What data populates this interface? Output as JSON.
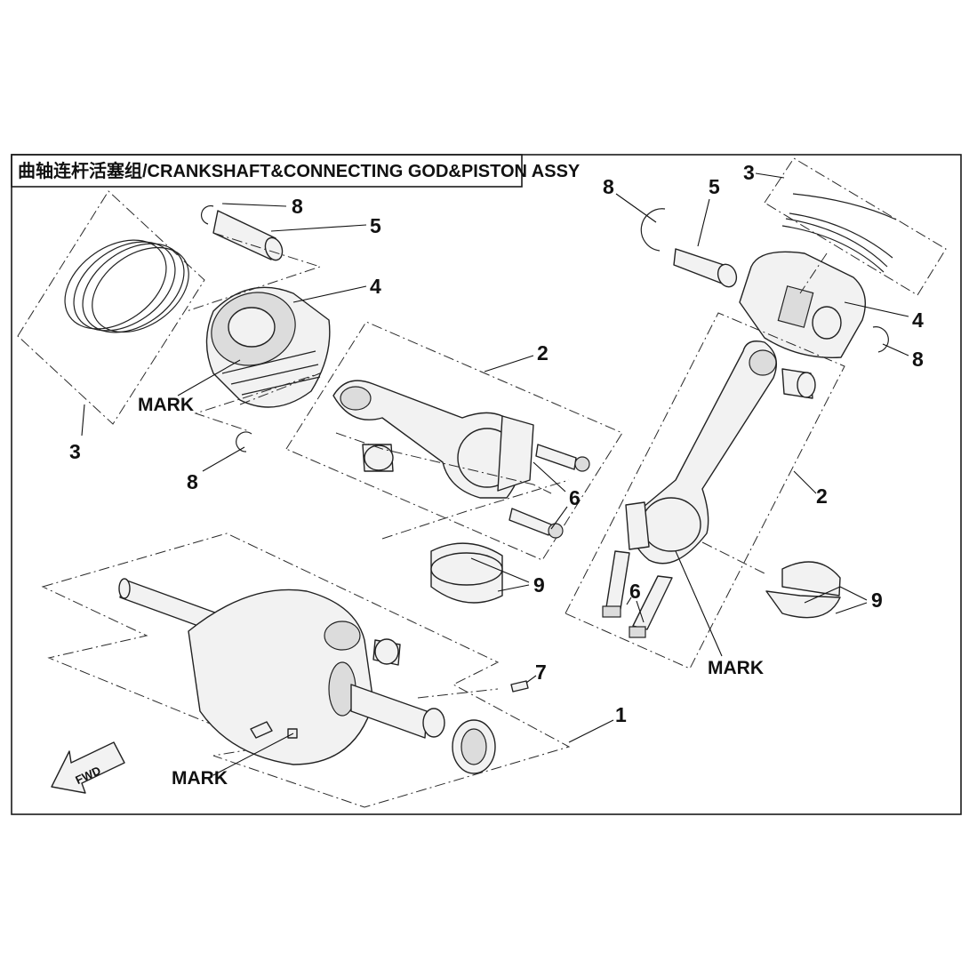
{
  "title": "曲轴连杆活塞组/CRANKSHAFT&CONNECTING GOD&PISTON ASSY",
  "callouts": {
    "n1": "1",
    "n2a": "2",
    "n2b": "2",
    "n3a": "3",
    "n3b": "3",
    "n4a": "4",
    "n4b": "4",
    "n5a": "5",
    "n5b": "5",
    "n6a": "6",
    "n6b": "6",
    "n7": "7",
    "n8a": "8",
    "n8b": "8",
    "n8c": "8",
    "n8d": "8",
    "n9a": "9",
    "n9b": "9"
  },
  "mark_labels": {
    "m1": "MARK",
    "m2": "MARK",
    "m3": "MARK"
  },
  "fwd_label": "FWD"
}
